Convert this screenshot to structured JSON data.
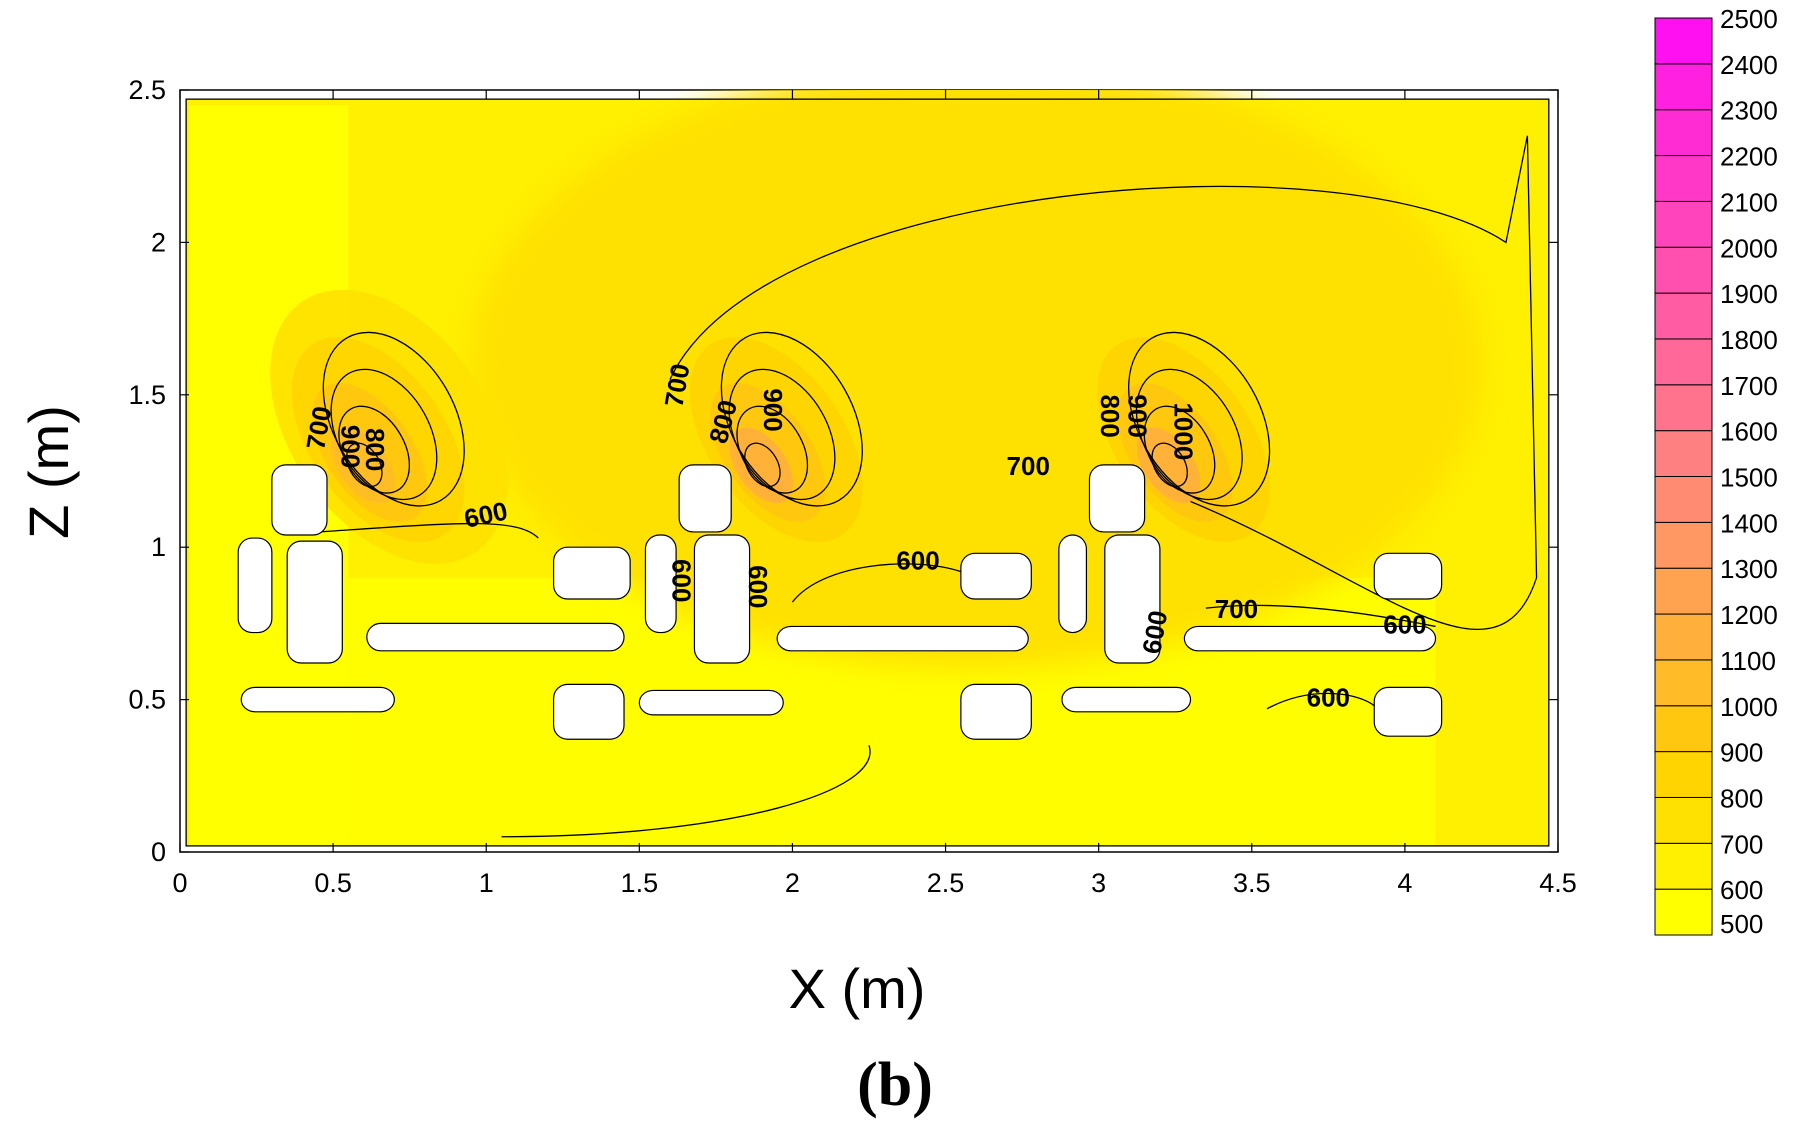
{
  "chart_data": {
    "type": "heatmap",
    "title": "",
    "xlabel": "X (m)",
    "ylabel": "Z (m)",
    "panel_label": "(b)",
    "xlim": [
      0,
      4.5
    ],
    "ylim": [
      0,
      2.5
    ],
    "x_ticks": [
      "0",
      "0.5",
      "1",
      "1.5",
      "2",
      "2.5",
      "3",
      "3.5",
      "4",
      "4.5"
    ],
    "y_ticks": [
      "0",
      "0.5",
      "1",
      "1.5",
      "2",
      "2.5"
    ],
    "colorbar": {
      "levels": [
        "500",
        "600",
        "700",
        "800",
        "900",
        "1000",
        "1100",
        "1200",
        "1300",
        "1400",
        "1500",
        "1600",
        "1700",
        "1800",
        "1900",
        "2000",
        "2100",
        "2200",
        "2300",
        "2400",
        "2500"
      ],
      "colors": [
        "#ffff00",
        "#ffef00",
        "#ffe100",
        "#ffd400",
        "#ffc70f",
        "#ffbb28",
        "#ffaf3c",
        "#ffa350",
        "#ff9862",
        "#ff8c72",
        "#ff8080",
        "#ff748c",
        "#ff6898",
        "#ff5ca4",
        "#ff50b0",
        "#ff44bc",
        "#ff38c8",
        "#ff2cd4",
        "#ff20e0",
        "#ff10f0"
      ]
    },
    "background_value": 650,
    "plumes": [
      {
        "x": 0.57,
        "z": 1.22,
        "peak": 1000
      },
      {
        "x": 1.87,
        "z": 1.22,
        "peak": 1100
      },
      {
        "x": 3.2,
        "z": 1.22,
        "peak": 1100
      }
    ],
    "contour_labels": [
      {
        "text": "700",
        "x": 0.46,
        "z": 1.39,
        "angle": -80
      },
      {
        "text": "800",
        "x": 0.63,
        "z": 1.32,
        "angle": 90
      },
      {
        "text": "900",
        "x": 0.55,
        "z": 1.33,
        "angle": 90
      },
      {
        "text": "600",
        "x": 1.0,
        "z": 1.1,
        "angle": -12
      },
      {
        "text": "700",
        "x": 1.63,
        "z": 1.53,
        "angle": -80
      },
      {
        "text": "800",
        "x": 1.78,
        "z": 1.41,
        "angle": -75
      },
      {
        "text": "900",
        "x": 1.93,
        "z": 1.45,
        "angle": 90
      },
      {
        "text": "600",
        "x": 1.63,
        "z": 0.89,
        "angle": 90
      },
      {
        "text": "600",
        "x": 1.88,
        "z": 0.87,
        "angle": 90
      },
      {
        "text": "600",
        "x": 2.41,
        "z": 0.95,
        "angle": 0
      },
      {
        "text": "700",
        "x": 2.77,
        "z": 1.26,
        "angle": 0
      },
      {
        "text": "800",
        "x": 3.03,
        "z": 1.43,
        "angle": 90
      },
      {
        "text": "900",
        "x": 3.12,
        "z": 1.43,
        "angle": 90
      },
      {
        "text": "1000",
        "x": 3.27,
        "z": 1.38,
        "angle": 90
      },
      {
        "text": "700",
        "x": 3.45,
        "z": 0.79,
        "angle": 0
      },
      {
        "text": "600",
        "x": 3.19,
        "z": 0.72,
        "angle": -80
      },
      {
        "text": "600",
        "x": 4.0,
        "z": 0.74,
        "angle": 0
      },
      {
        "text": "600",
        "x": 3.75,
        "z": 0.5,
        "angle": 0
      }
    ],
    "obstacles": [
      {
        "x0": 0.3,
        "x1": 0.48,
        "z0": 1.04,
        "z1": 1.27
      },
      {
        "x0": 0.35,
        "x1": 0.53,
        "z0": 0.62,
        "z1": 1.02
      },
      {
        "x0": 0.19,
        "x1": 0.3,
        "z0": 0.72,
        "z1": 1.03
      },
      {
        "x0": 0.2,
        "x1": 0.7,
        "z0": 0.46,
        "z1": 0.54
      },
      {
        "x0": 0.61,
        "x1": 1.45,
        "z0": 0.66,
        "z1": 0.75
      },
      {
        "x0": 1.22,
        "x1": 1.47,
        "z0": 0.83,
        "z1": 1.0
      },
      {
        "x0": 1.22,
        "x1": 1.45,
        "z0": 0.37,
        "z1": 0.55
      },
      {
        "x0": 1.5,
        "x1": 1.97,
        "z0": 0.45,
        "z1": 0.53
      },
      {
        "x0": 1.52,
        "x1": 1.62,
        "z0": 0.72,
        "z1": 1.04
      },
      {
        "x0": 1.63,
        "x1": 1.8,
        "z0": 1.05,
        "z1": 1.27
      },
      {
        "x0": 1.68,
        "x1": 1.86,
        "z0": 0.62,
        "z1": 1.04
      },
      {
        "x0": 1.95,
        "x1": 2.77,
        "z0": 0.66,
        "z1": 0.74
      },
      {
        "x0": 2.55,
        "x1": 2.78,
        "z0": 0.83,
        "z1": 0.98
      },
      {
        "x0": 2.55,
        "x1": 2.78,
        "z0": 0.37,
        "z1": 0.55
      },
      {
        "x0": 2.88,
        "x1": 3.3,
        "z0": 0.46,
        "z1": 0.54
      },
      {
        "x0": 2.87,
        "x1": 2.96,
        "z0": 0.72,
        "z1": 1.04
      },
      {
        "x0": 2.97,
        "x1": 3.15,
        "z0": 1.05,
        "z1": 1.27
      },
      {
        "x0": 3.02,
        "x1": 3.2,
        "z0": 0.62,
        "z1": 1.04
      },
      {
        "x0": 3.28,
        "x1": 4.1,
        "z0": 0.66,
        "z1": 0.74
      },
      {
        "x0": 3.9,
        "x1": 4.12,
        "z0": 0.83,
        "z1": 0.98
      },
      {
        "x0": 3.9,
        "x1": 4.12,
        "z0": 0.38,
        "z1": 0.54
      }
    ]
  }
}
